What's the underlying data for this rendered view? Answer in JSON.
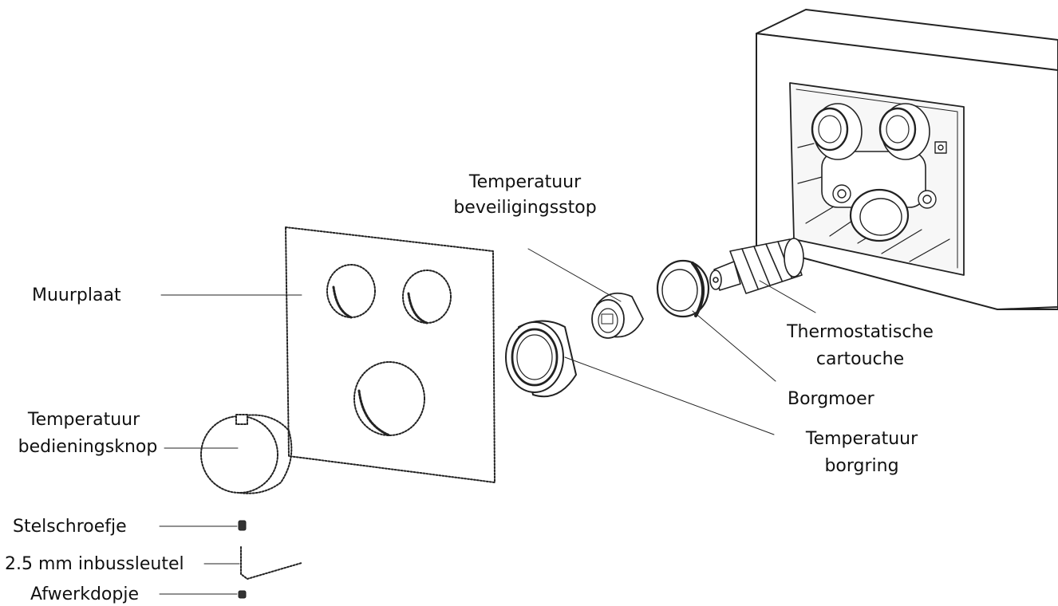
{
  "diagram": {
    "labels": {
      "muurplaat": "Muurplaat",
      "beveiligingsstop_1": "Temperatuur",
      "beveiligingsstop_2": "beveiligingsstop",
      "cartouche_1": "Thermostatische",
      "cartouche_2": "cartouche",
      "borgmoer": "Borgmoer",
      "borgring_1": "Temperatuur",
      "borgring_2": "borgring",
      "knop_1": "Temperatuur",
      "knop_2": "bedieningsknop",
      "stelschroefje": "Stelschroefje",
      "inbussleutel": "2.5 mm inbussleutel",
      "afwerkdopje": "Afwerkdopje"
    }
  }
}
